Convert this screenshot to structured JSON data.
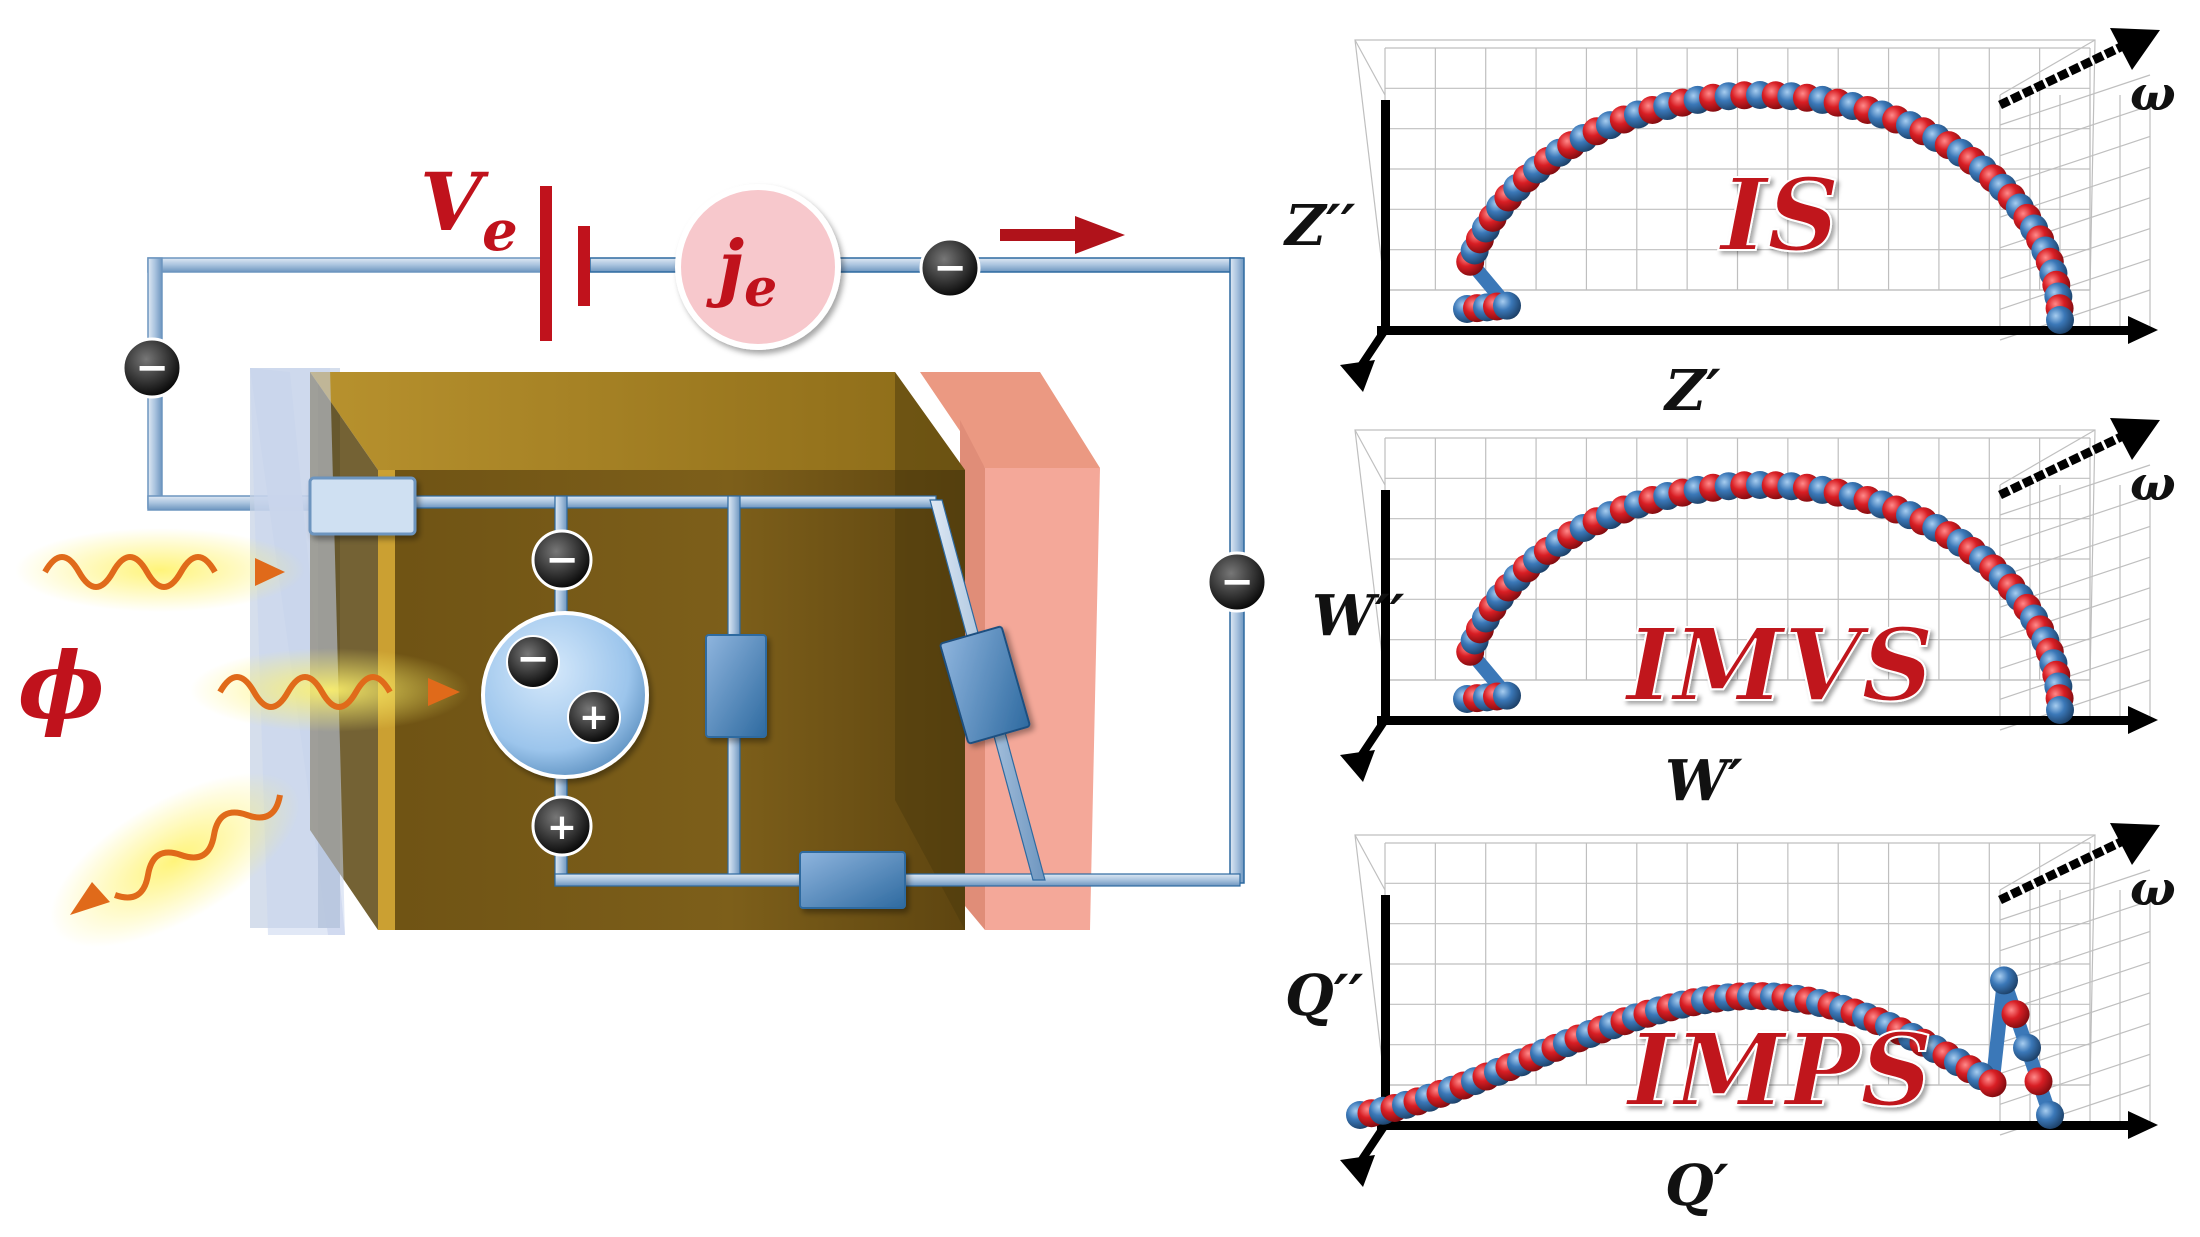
{
  "circuit": {
    "voltage_symbol": "V",
    "voltage_subscript": "e",
    "current_symbol": "j",
    "current_subscript": "e",
    "light_symbol": "ϕ",
    "electron_sign": "−",
    "hole_sign": "+"
  },
  "panels": [
    {
      "id": "is",
      "title": "IS",
      "x_label": "Z′",
      "y_label": "Z′′",
      "freq_label": "ω"
    },
    {
      "id": "imvs",
      "title": "IMVS",
      "x_label": "W′",
      "y_label": "W′′",
      "freq_label": "ω"
    },
    {
      "id": "imps",
      "title": "IMPS",
      "x_label": "Q′",
      "y_label": "Q′′",
      "freq_label": "ω"
    }
  ],
  "colors": {
    "wire": "#5b8fbf",
    "wire_dark": "#2e6aa0",
    "absorber": "#8a6a1e",
    "front_contact": "#c7d3e6",
    "back_contact": "#f2a596",
    "title_red": "#c0121c",
    "sphere_red": "#d01c22",
    "sphere_blue": "#3b78b8",
    "light_wave": "#e06a1a"
  }
}
